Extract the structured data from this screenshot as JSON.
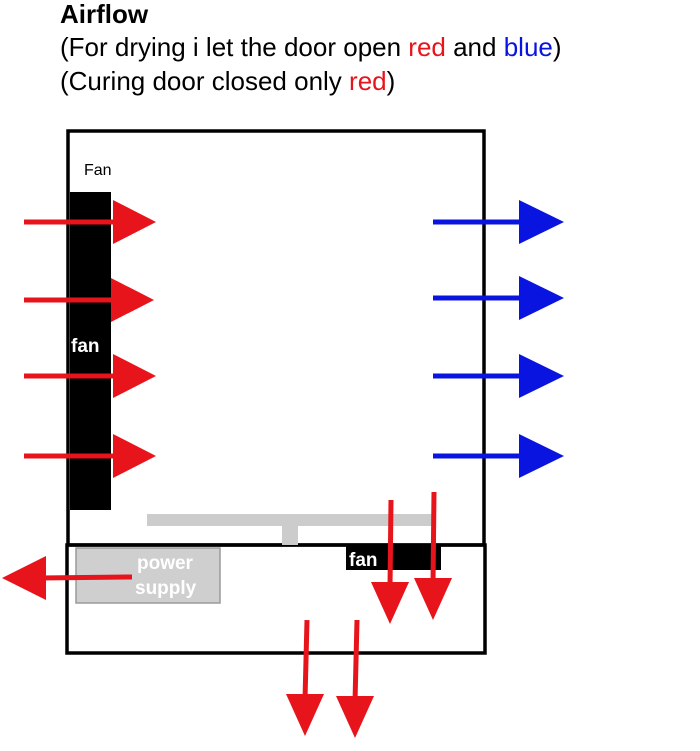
{
  "header": {
    "title": "Airflow",
    "line1": {
      "before": "(For drying i let the door open ",
      "red_word": "red",
      "middle": " and ",
      "blue_word": "blue",
      "after": ")"
    },
    "line2": {
      "before": "(Curing door closed only ",
      "red_word": "red",
      "after": ")"
    }
  },
  "labels": {
    "fan_top": "Fan",
    "fan_left": "fan",
    "fan_bottom": "fan",
    "power_supply_line1": "power",
    "power_supply_line2": "supply"
  },
  "colors": {
    "red": "#e8141b",
    "blue": "#0a14e0",
    "black": "#000000",
    "gray": "#cccccc",
    "power_supply_fill": "#cfcfcf"
  }
}
